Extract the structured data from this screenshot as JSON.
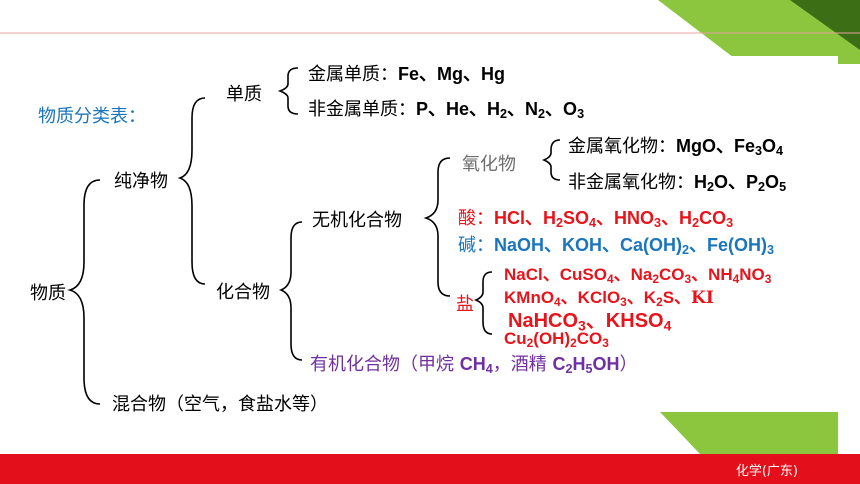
{
  "title": "物质分类表：",
  "root": "物质",
  "pure": "纯净物",
  "mixture": "混合物（空气，食盐水等）",
  "element": "单质",
  "metal_element": {
    "label": "金属单质：",
    "items": "Fe、Mg、Hg"
  },
  "nonmetal_element": {
    "label": "非金属单质：",
    "items_html": "P、He、H<sub>2</sub>、N<sub>2</sub>、O<sub>3</sub>"
  },
  "compound": "化合物",
  "inorganic": "无机化合物",
  "oxide": "氧化物",
  "metal_oxide": {
    "label": "金属氧化物：",
    "items_html": "MgO、Fe<sub>3</sub>O<sub>4</sub>"
  },
  "nonmetal_oxide": {
    "label": "非金属氧化物：",
    "items_html": "H<sub>2</sub>O、P<sub>2</sub>O<sub>5</sub>"
  },
  "acid": {
    "label": "酸：",
    "items_html": "HCl、H<sub>2</sub>SO<sub>4</sub>、HNO<sub>3</sub>、H<sub>2</sub>CO<sub>3</sub>"
  },
  "base": {
    "label": "碱：",
    "items_html": "NaOH、KOH、Ca(OH)<sub>2</sub>、Fe(OH)<sub>3</sub>"
  },
  "salt": {
    "label": "盐",
    "line1_html": "NaCl、CuSO<sub>4</sub>、Na<sub>2</sub>CO<sub>3</sub>、NH<sub>4</sub>NO<sub>3</sub>",
    "line2_html": "KMnO<sub>4</sub>、KClO<sub>3</sub>、K<sub>2</sub>S、",
    "line2_ki": "KI",
    "line3_html": "NaHCO<sub>3</sub>、KHSO<sub>4</sub>",
    "line4_html": "Cu<sub>2</sub>(OH)<sub>2</sub>CO<sub>3</sub>"
  },
  "organic": {
    "label": "有机化合物（甲烷 ",
    "mid": "，酒精 ",
    "ch4_html": "CH<sub>4</sub>",
    "ethanol_html": "C<sub>2</sub>H<sub>5</sub>OH",
    "end": "）"
  },
  "footer": "化学(广东)",
  "colors": {
    "footer_red": "#e3101b",
    "green": "#8cc63f",
    "dark_green": "#3c6e16",
    "acid_red": "#e8141c",
    "base_blue": "#1b75bc",
    "organic_purple": "#7030a0"
  }
}
